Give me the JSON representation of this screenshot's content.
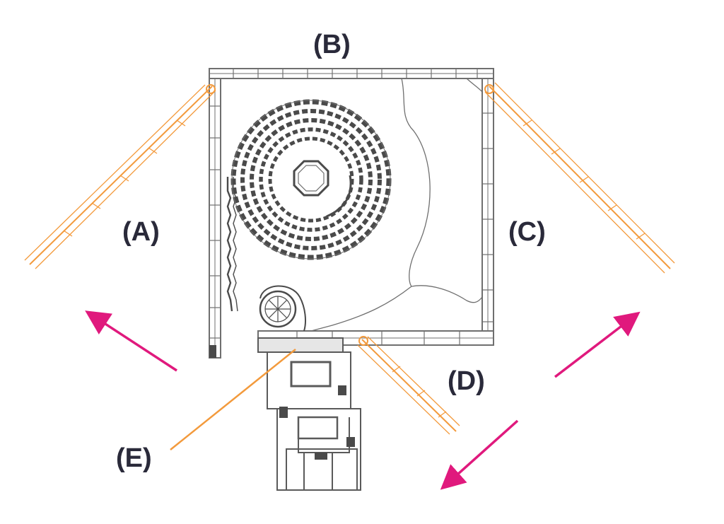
{
  "labels": {
    "a": "(A)",
    "b": "(B)",
    "c": "(C)",
    "d": "(D)",
    "e": "(E)"
  },
  "colors": {
    "line": "#6f6f6f",
    "dark": "#4a4a4a",
    "orange": "#f39a3c",
    "magenta": "#e0197d",
    "text": "#2a2a3a"
  },
  "icons": [
    "roller-shutter-box",
    "slat-roll",
    "octagon-axle",
    "pulley",
    "window-frame-profile"
  ]
}
